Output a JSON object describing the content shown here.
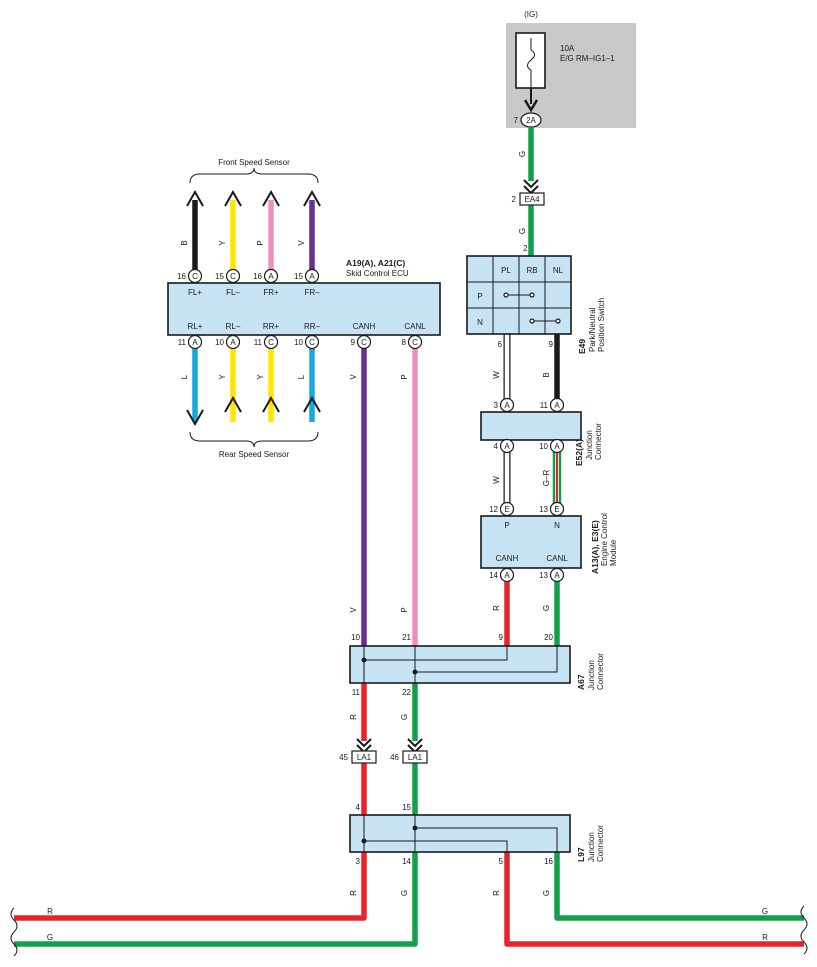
{
  "colors": {
    "G": "#12a04b",
    "R": "#e8232e",
    "B": "#1a1a1a",
    "Y": "#ffe600",
    "P": "#f08fbf",
    "V": "#6a2d91",
    "L": "#1aa7e0",
    "W": "#ffffff",
    "ecu": "#c7e4f4",
    "ig": "#c9c9c9"
  },
  "ig_box": {
    "title": "(IG)",
    "fuse_amp": "10A",
    "fuse_name": "E/G RM–IG1–1",
    "pin": "7",
    "conn": "2A"
  },
  "ea4": {
    "pin_top": "2",
    "label": "EA4",
    "pin_bottom": "2"
  },
  "wire_letters": {
    "G": "G",
    "R": "R",
    "B": "B",
    "Y": "Y",
    "P": "P",
    "V": "V",
    "L": "L",
    "W": "W",
    "GR": "G–R"
  },
  "front_sensor": {
    "label": "Front Speed Sensor",
    "pins": [
      {
        "num": "16",
        "c": "C",
        "sig": "FL+",
        "w": "B"
      },
      {
        "num": "15",
        "c": "C",
        "sig": "FL–",
        "w": "Y"
      },
      {
        "num": "16",
        "c": "A",
        "sig": "FR+",
        "w": "P"
      },
      {
        "num": "15",
        "c": "A",
        "sig": "FR–",
        "w": "V"
      }
    ]
  },
  "rear_sensor": {
    "label": "Rear Speed Sensor",
    "pins": [
      {
        "num": "11",
        "c": "A",
        "sig": "RL+",
        "w": "L"
      },
      {
        "num": "10",
        "c": "A",
        "sig": "RL–",
        "w": "Y"
      },
      {
        "num": "11",
        "c": "C",
        "sig": "RR+",
        "w": "Y"
      },
      {
        "num": "10",
        "c": "C",
        "sig": "RR–",
        "w": "L"
      }
    ]
  },
  "skid_ecu": {
    "code": "A19(A), A21(C)",
    "name": "Skid Control ECU",
    "can": [
      {
        "num": "9",
        "c": "C",
        "sig": "CANH",
        "w": "V"
      },
      {
        "num": "8",
        "c": "C",
        "sig": "CANL",
        "w": "P"
      }
    ]
  },
  "e49": {
    "code": "E49",
    "name1": "Park/Neutral",
    "name2": "Position Switch",
    "cols": [
      "PL",
      "RB",
      "NL"
    ],
    "rows": [
      "P",
      "N"
    ],
    "pin_left": "6",
    "pin_right": "9"
  },
  "e52": {
    "code": "E52(A)",
    "name1": "Junction",
    "name2": "Connector",
    "top": [
      {
        "num": "3",
        "c": "A"
      },
      {
        "num": "11",
        "c": "A"
      }
    ],
    "bottom": [
      {
        "num": "4",
        "c": "A"
      },
      {
        "num": "10",
        "c": "A"
      }
    ]
  },
  "ecm": {
    "code": "A13(A), E3(E)",
    "name1": "Engine Control",
    "name2": "Module",
    "top": [
      {
        "num": "12",
        "c": "E",
        "sig": "P"
      },
      {
        "num": "13",
        "c": "E",
        "sig": "N"
      }
    ],
    "bottom": [
      {
        "num": "14",
        "c": "A",
        "sig": "CANH"
      },
      {
        "num": "13",
        "c": "A",
        "sig": "CANL"
      }
    ]
  },
  "a67": {
    "code": "A67",
    "name1": "Junction",
    "name2": "Connector",
    "top_pins": [
      "10",
      "21",
      "9",
      "20"
    ],
    "bottom_pins": [
      "11",
      "22"
    ]
  },
  "la1": [
    {
      "pin": "45",
      "label": "LA1"
    },
    {
      "pin": "46",
      "label": "LA1"
    }
  ],
  "l97": {
    "code": "L97",
    "name1": "Junction",
    "name2": "Connector",
    "top_pins": [
      "4",
      "15"
    ],
    "bottom_pins": [
      "3",
      "14",
      "5",
      "16"
    ]
  }
}
